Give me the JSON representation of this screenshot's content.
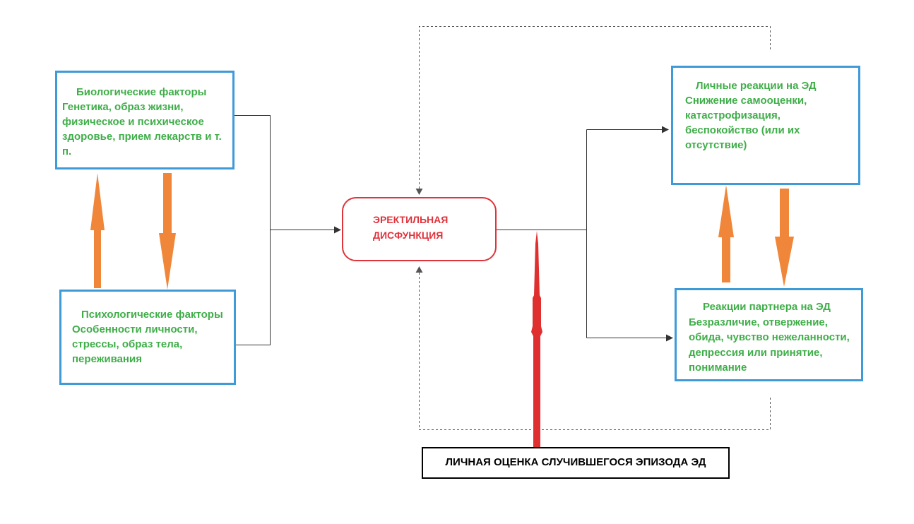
{
  "colors": {
    "factor_border": "#3f9ad8",
    "factor_text": "#3fae49",
    "dysfunction_border": "#de343a",
    "dysfunction_text": "#e0333b",
    "feedback_arrows": "#f0863a",
    "evaluation_arrow": "#e02f2f",
    "connectors": "#333333",
    "dashed_connectors": "#555555",
    "evaluation_border": "#000000",
    "evaluation_text": "#000000"
  },
  "biological_factors": {
    "title": "Биологические факторы",
    "lines": [
      "Генетика, образ жизни,",
      "физическое и психическое",
      "здоровье, прием лекарств и т.",
      "п."
    ]
  },
  "psychological_factors": {
    "title": "Психологические факторы",
    "lines": [
      "Особенности личности,",
      "стрессы, образ тела,",
      "переживания"
    ]
  },
  "erectile_dysfunction": {
    "lines": [
      "ЭРЕКТИЛЬНАЯ",
      "ДИСФУНКЦИЯ"
    ]
  },
  "personal_reactions": {
    "title": "Личные реакции на ЭД",
    "lines": [
      "Снижение самооценки,",
      "катастрофизация,",
      "беспокойство (или их",
      "отсутствие)"
    ]
  },
  "partner_reactions": {
    "title": "Реакции партнера на ЭД",
    "lines": [
      "Безразличие, отвержение,",
      "обида, чувство нежеланности,",
      "депрессия или принятие,",
      "понимание"
    ]
  },
  "personal_evaluation": {
    "label": "ЛИЧНАЯ ОЦЕНКА СЛУЧИВШЕГОСЯ ЭПИЗОДА ЭД"
  }
}
